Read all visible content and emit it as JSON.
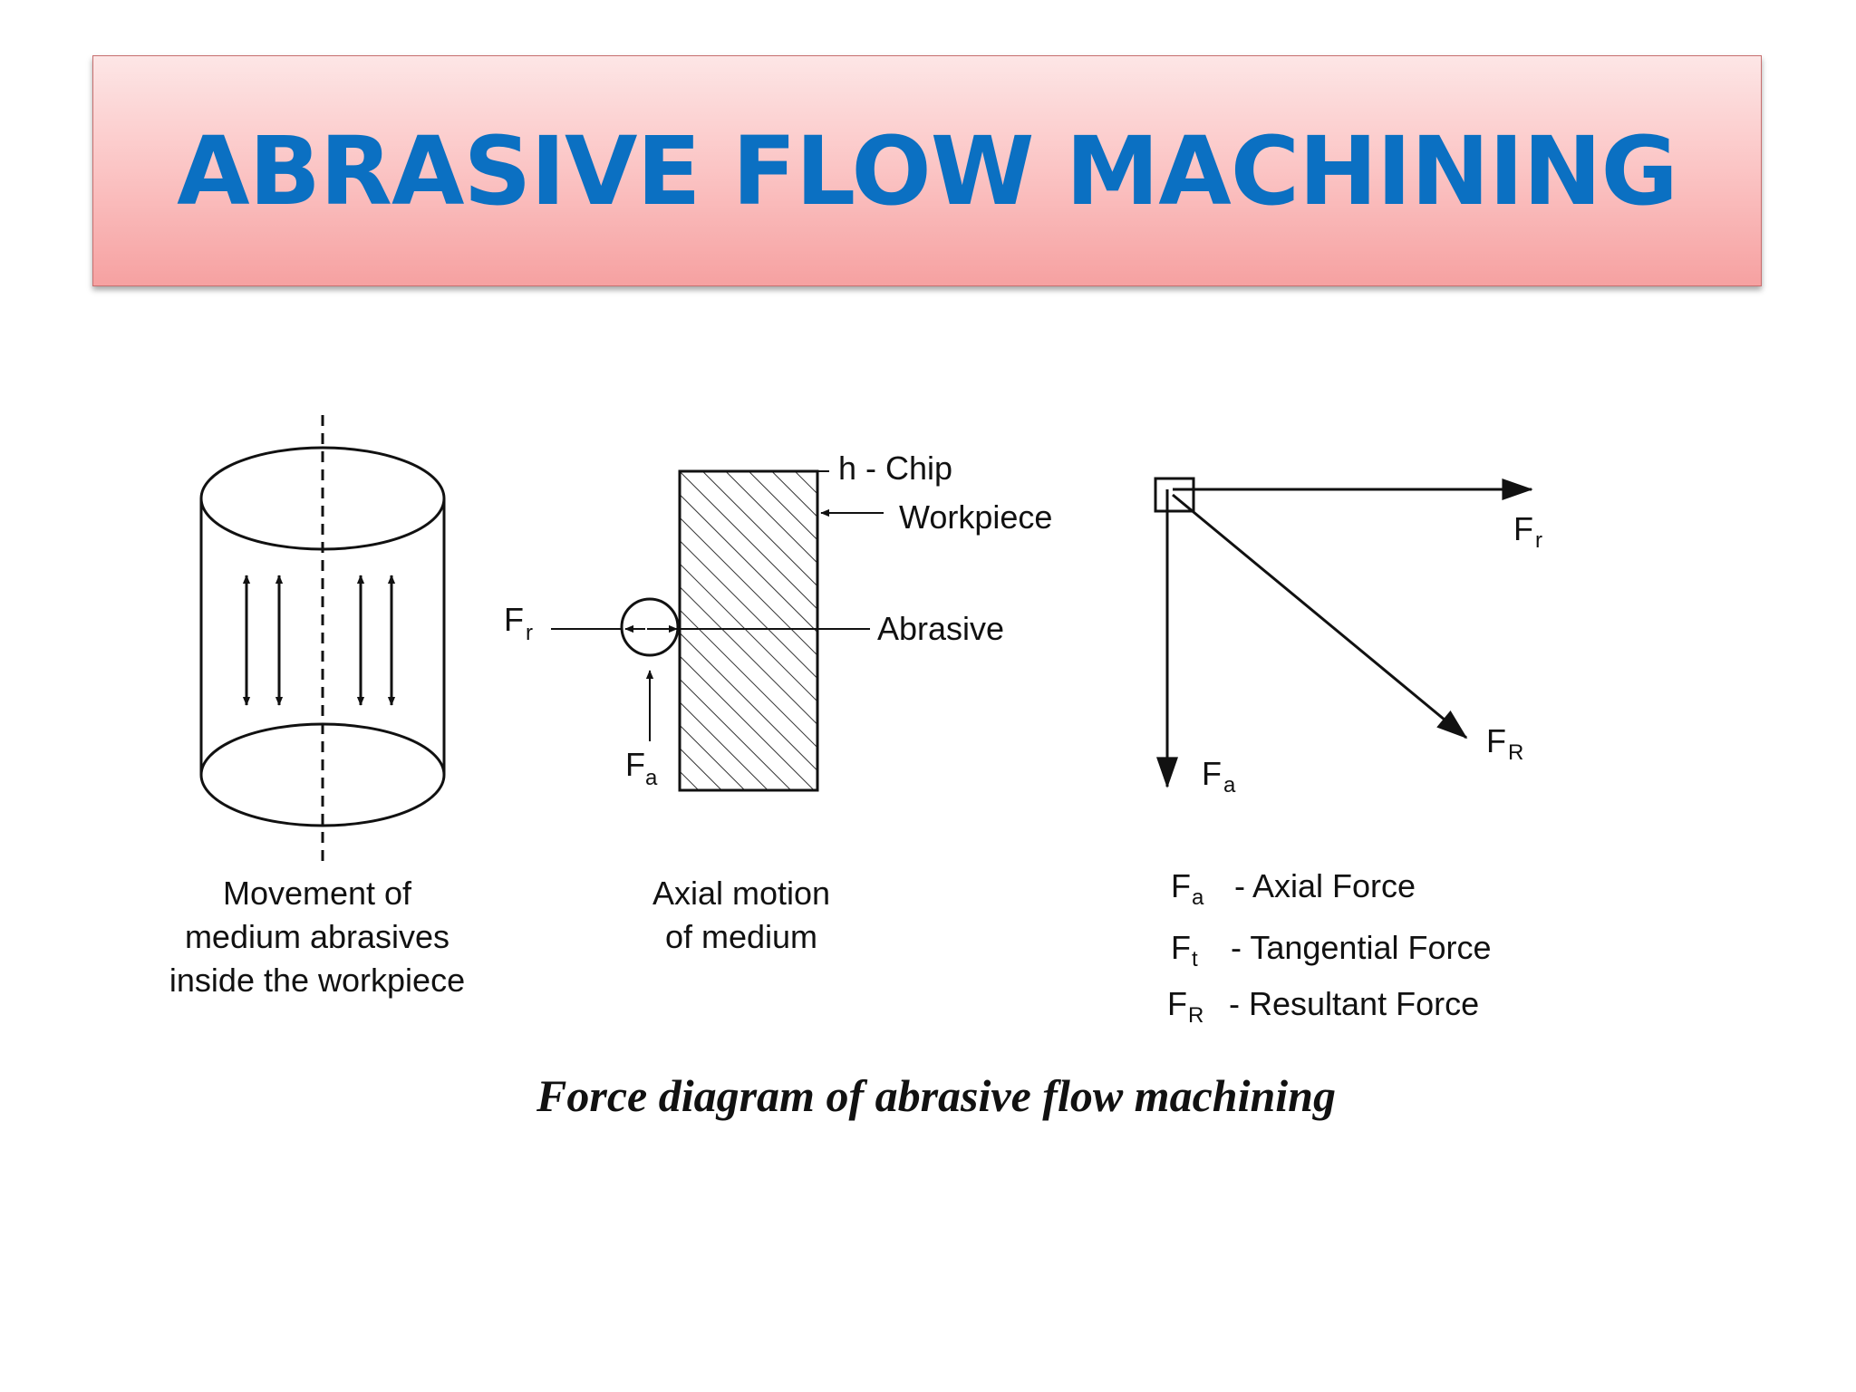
{
  "slide": {
    "title": "ABRASIVE FLOW MACHINING"
  },
  "diagram": {
    "panel1": {
      "caption_lines": [
        "Movement of",
        "medium abrasives",
        "inside the workpiece"
      ]
    },
    "panel2": {
      "chip_label": "h - Chip",
      "workpiece_label": "Workpiece",
      "abrasive_label": "Abrasive",
      "fr_label": "F",
      "fr_sub": "r",
      "fa_label": "F",
      "fa_sub": "a",
      "caption_lines": [
        "Axial motion",
        "of medium"
      ]
    },
    "panel3": {
      "fr_label": "F",
      "fr_sub": "r",
      "fR_label": "F",
      "fR_sub": "R",
      "fa_label": "F",
      "fa_sub": "a",
      "legend": [
        {
          "symbol": "F",
          "sub": "a",
          "text": "- Axial Force"
        },
        {
          "symbol": "F",
          "sub": "t",
          "text": "- Tangential Force"
        },
        {
          "symbol": "F",
          "sub": "R",
          "text": "- Resultant Force"
        }
      ]
    },
    "figure_caption": "Force diagram of abrasive flow machining"
  }
}
